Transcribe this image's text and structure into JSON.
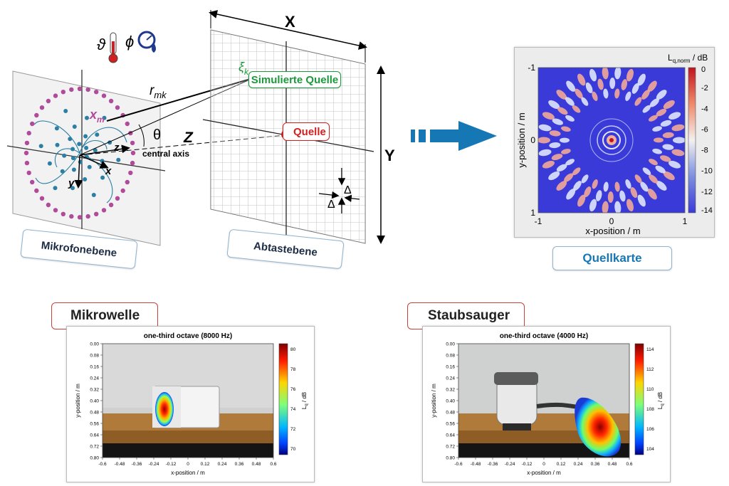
{
  "labels": {
    "mic_plane": "Mikrofonebene",
    "scan_plane": "Abtastebene",
    "source_map": "Quellkarte",
    "sim_source": "Simulierte Quelle",
    "source": "Quelle",
    "central_axis": "central axis",
    "r_mk": "r",
    "r_mk_sub": "mk",
    "x_m": "x",
    "x_m_sub": "m",
    "xi_k": "ξ",
    "xi_k_sub": "k",
    "theta": "θ",
    "Z": "Z",
    "X": "X",
    "Y": "Y",
    "delta": "Δ",
    "ax_x": "x",
    "ax_y": "y",
    "ax_z": "z",
    "env_theta": "ϑ",
    "env_phi": "ϕ"
  },
  "colors": {
    "accent_blue": "#1677b5",
    "sim_green": "#1a9a3a",
    "source_red": "#d22020",
    "mic_purple": "#b04a9a",
    "mic_teal": "#2b7fa3"
  },
  "source_map_plot": {
    "colorbar_label": "L",
    "colorbar_sub": "q,norm",
    "colorbar_unit": " / dB",
    "colorbar_ticks": [
      "0",
      "-2",
      "-4",
      "-6",
      "-8",
      "-10",
      "-12",
      "-14"
    ],
    "x_label": "x-position / m",
    "y_label": "y-position / m",
    "x_ticks": [
      "-1",
      "0",
      "1"
    ],
    "y_ticks": [
      "-1",
      "0",
      "1"
    ]
  },
  "microwave": {
    "name": "Mikrowelle",
    "title": "one-third octave (8000 Hz)",
    "x_label": "x-position / m",
    "y_label": "y-position / m",
    "x_ticks": [
      "-0.6",
      "-0.48",
      "-0.36",
      "-0.24",
      "-0.12",
      "0",
      "0.12",
      "0.24",
      "0.36",
      "0.48",
      "0.6"
    ],
    "y_ticks": [
      "0.00",
      "0.08",
      "0.16",
      "0.24",
      "0.32",
      "0.40",
      "0.48",
      "0.56",
      "0.64",
      "0.72",
      "0.80"
    ],
    "colorbar_ticks": [
      "80",
      "78",
      "76",
      "74",
      "72",
      "70"
    ],
    "colorbar_label": "L",
    "colorbar_sub": "q",
    "colorbar_unit": " / dB"
  },
  "vacuum": {
    "name": "Staubsauger",
    "title": "one-third octave (4000 Hz)",
    "x_label": "x-position / m",
    "y_label": "y-position / m",
    "x_ticks": [
      "-0.6",
      "-0.48",
      "-0.36",
      "-0.24",
      "-0.12",
      "0",
      "0.12",
      "0.24",
      "0.36",
      "0.48",
      "0.6"
    ],
    "y_ticks": [
      "0.00",
      "0.08",
      "0.16",
      "0.24",
      "0.32",
      "0.40",
      "0.48",
      "0.56",
      "0.64",
      "0.72",
      "0.80"
    ],
    "colorbar_ticks": [
      "114",
      "112",
      "110",
      "108",
      "106",
      "104"
    ],
    "colorbar_label": "L",
    "colorbar_sub": "q",
    "colorbar_unit": " / dB"
  }
}
